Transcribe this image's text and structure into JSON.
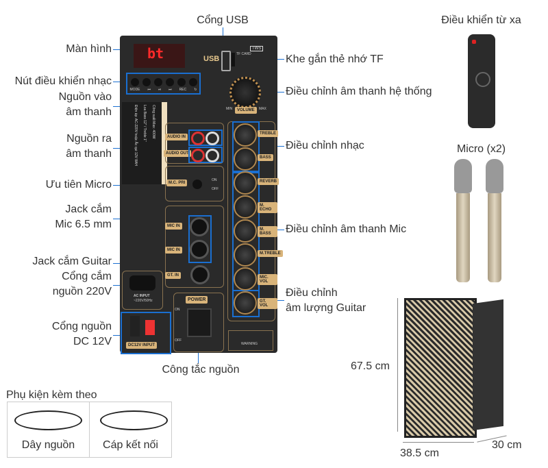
{
  "labels": {
    "usb": "Cổng USB",
    "display": "Màn hình",
    "music_buttons": "Nút điều khiển nhạc",
    "audio_in_1": "Nguồn vào",
    "audio_in_2": "âm thanh",
    "audio_out_1": "Nguồn ra",
    "audio_out_2": "âm thanh",
    "mic_priority": "Ưu tiên Micro",
    "mic_jack_1": "Jack cắm",
    "mic_jack_2": "Mic 6.5 mm",
    "guitar_jack": "Jack cắm Guitar",
    "ac_1": "Cổng cắm",
    "ac_2": "nguồn 220V",
    "dc_1": "Cổng nguồn",
    "dc_2": "DC 12V",
    "power_switch": "Công tắc nguồn",
    "tf_slot": "Khe gắn thẻ nhớ TF",
    "system_volume": "Điều chỉnh âm thanh hệ thống",
    "music_adjust": "Điều chỉnh nhạc",
    "mic_adjust": "Điều chỉnh âm thanh Mic",
    "guitar_1": "Điều chỉnh",
    "guitar_2": "âm lượng Guitar",
    "remote": "Điều khiển từ xa",
    "micro": "Micro (x2)",
    "height": "67.5 cm",
    "width": "38.5 cm",
    "depth": "30 cm"
  },
  "panel": {
    "display_text": "bt",
    "usb": "USB",
    "tws": "TWS",
    "tf_card": "TF CARD",
    "buttons": [
      "MODE",
      "⏮",
      "⏯",
      "⏭",
      "REC",
      "↻"
    ],
    "volume": "VOLUME",
    "min": "MIN",
    "max": "MAX",
    "sticker_title": "LOA KARAOKE DI ĐỘNG",
    "sticker_lines": [
      "Công suất Max: 400W",
      "Loa Bass 12\" / Treble 1\"",
      "Điện áp: AC-220V hoặc Ắc qui 12V 8AH"
    ],
    "audio_in": "AUDIO IN",
    "audio_out": "AUDIO OUT",
    "mic_pri": "M.C. PRI",
    "on": "ON",
    "off": "OFF",
    "mic_in": "MIC IN",
    "gt_in": "GT. IN",
    "ac_input": "AC INPUT",
    "ac_rating": "~220V/50Hz",
    "power": "POWER",
    "dc_input": "DC12V INPUT",
    "warning": "WARNING",
    "knobs": [
      "TREBLE",
      "BASS",
      "REVERB",
      "M. ECHO",
      "M. BASS",
      "M.TREBLE",
      "MIC. VOL",
      "GT. VOL"
    ]
  },
  "accessories": {
    "title": "Phụ kiện kèm theo",
    "items": [
      "Dây nguồn",
      "Cáp kết nối"
    ]
  },
  "colors": {
    "callout": "#1a6fd1",
    "panel": "#2a2a2a",
    "gold": "#d9b47a"
  }
}
